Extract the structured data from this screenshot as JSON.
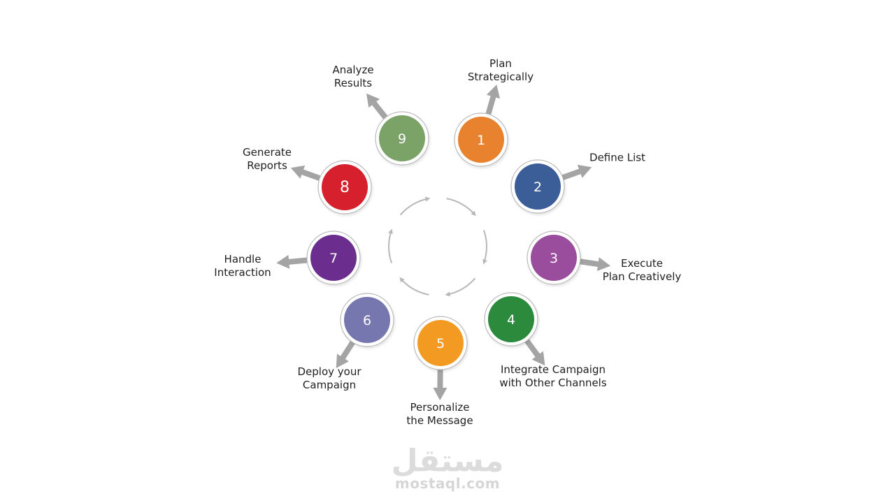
{
  "diagram": {
    "steps": [
      {
        "number": "1",
        "label_lines": [
          "Plan",
          "Strategically"
        ],
        "color": "#E8822E"
      },
      {
        "number": "2",
        "label_lines": [
          "Define List"
        ],
        "color": "#3C5E98"
      },
      {
        "number": "3",
        "label_lines": [
          "Execute",
          "Plan Creatively"
        ],
        "color": "#9B4D9D"
      },
      {
        "number": "4",
        "label_lines": [
          "Integrate Campaign",
          "with Other Channels"
        ],
        "color": "#2C8A3C"
      },
      {
        "number": "5",
        "label_lines": [
          "Personalize",
          "the Message"
        ],
        "color": "#F39A22"
      },
      {
        "number": "6",
        "label_lines": [
          "Deploy your",
          "Campaign"
        ],
        "color": "#7577AE"
      },
      {
        "number": "7",
        "label_lines": [
          "Handle",
          "Interaction"
        ],
        "color": "#6B2E8E"
      },
      {
        "number": "8",
        "label_lines": [
          "Generate",
          "Reports"
        ],
        "color": "#D6202E"
      },
      {
        "number": "9",
        "label_lines": [
          "Analyze",
          "Results"
        ],
        "color": "#7BA267"
      }
    ],
    "arrow_color": "#A4A4A4",
    "ring_border_color": "#ffffff",
    "center_cycle_color": "#B8B8B8"
  },
  "watermark": {
    "arabic": "مستقل",
    "latin": "mostaql.com"
  }
}
